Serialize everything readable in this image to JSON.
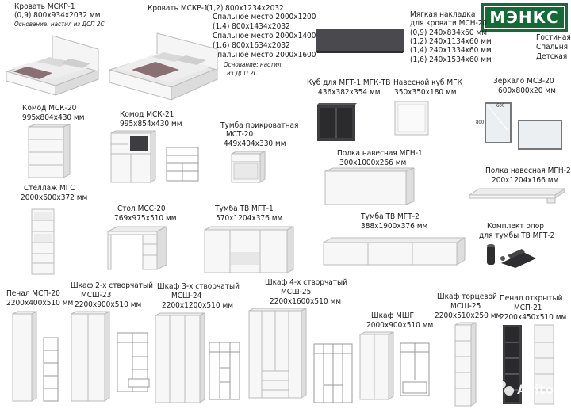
{
  "brand": {
    "logo": "МЭНКС",
    "categories": [
      "Гостиная",
      "Спальня",
      "Детская"
    ]
  },
  "items": {
    "bed_mskr1_small": {
      "title": "Кровать МСКР-1",
      "dims": "(0,9) 800х934х2032 мм",
      "note": "Основание: настил из ДСП 2С"
    },
    "bed_mskr1_large": {
      "title": "Кровать МСКР-1",
      "dims": [
        "(1,2) 800х1234х2032",
        "Спальное место 2000х1200",
        "(1,4) 800х1434х2032",
        "Спальное место 2000х1400",
        "(1,6) 800х1634х2032",
        "Спальное место 2000х1600"
      ],
      "note": [
        "Основание: настил",
        "из ДСП 2С"
      ]
    },
    "headboard_msn20": {
      "title": [
        "Мягкая накладка",
        "для кровати МСН-20"
      ],
      "dims": [
        "(0,9) 240х834х60 мм",
        "(1,2) 240х1134х60 мм",
        "(1,4) 240х1334х60 мм",
        "(1,6) 240х1534х60 мм"
      ]
    },
    "dresser_msk20": {
      "title": "Комод МСК-20",
      "dims": "995х804х430 мм"
    },
    "dresser_msk21": {
      "title": "Комод МСК-21",
      "dims": "995х854х430 мм"
    },
    "nightstand_mst20": {
      "title": [
        "Тумба прикроватная",
        "МСТ-20"
      ],
      "dims": "449х404х330 мм"
    },
    "cube_mgt1": {
      "title": "Куб для МГТ-1 МГК-ТВ",
      "dims": "436х382х354 мм"
    },
    "cube_mgk": {
      "title": "Навесной куб МГК",
      "dims": "350х350х180 мм"
    },
    "mirror_msz20": {
      "title": "Зеркало МСЗ-20",
      "dims": "600х800х20 мм",
      "mini_w": "800",
      "mini_h": "600"
    },
    "shelf_mgn1": {
      "title": "Полка навесная МГН-1",
      "dims": "300х1000х266 мм"
    },
    "shelf_mgn2": {
      "title": "Полка навесная МГН-2",
      "dims": "200х1204х166 мм"
    },
    "rack_mgs": {
      "title": "Стеллаж МГС",
      "dims": "2000х600х372 мм"
    },
    "desk_mss20": {
      "title": "Стол МСС-20",
      "dims": "769х975х510 мм"
    },
    "tv_mgt1": {
      "title": "Тумба ТВ МГТ-1",
      "dims": "570х1204х376 мм"
    },
    "tv_mgt2": {
      "title": "Тумба ТВ МГТ-2",
      "dims": "388х1900х376 мм"
    },
    "supports_mgt2": {
      "title": [
        "Комплект опор",
        "для тумбы ТВ МГТ-2"
      ]
    },
    "pencil_msp20": {
      "title": "Пенал МСП-20",
      "dims": "2200х400х510 мм"
    },
    "wardrobe_msh23": {
      "title": [
        "Шкаф 2-х створчатый",
        "МСШ-23"
      ],
      "dims": "2200х900х510 мм"
    },
    "wardrobe_msh24": {
      "title": [
        "Шкаф 3-х створчатый",
        "МСШ-24"
      ],
      "dims": "2200х1200х510 мм"
    },
    "wardrobe_msh25": {
      "title": [
        "Шкаф 4-х створчатый",
        "МСШ-25"
      ],
      "dims": "2200х1600х510 мм"
    },
    "wardrobe_msh": {
      "title": "Шкаф МШГ",
      "dims": "2000х900х510 мм"
    },
    "end_msh25": {
      "title": [
        "Шкаф торцевой",
        "МСШ-25"
      ],
      "dims": "2200х510х250 мм"
    },
    "pencil_msp21": {
      "title": [
        "Пенал открытый",
        "МСП-21"
      ],
      "dims": "2200х450х510 мм"
    }
  },
  "watermark": "Avito",
  "colors": {
    "brand_green": "#146b36",
    "furniture_white": "#f4f4f4",
    "furniture_grey": "#3d3d40",
    "text": "#1a1a1a"
  }
}
